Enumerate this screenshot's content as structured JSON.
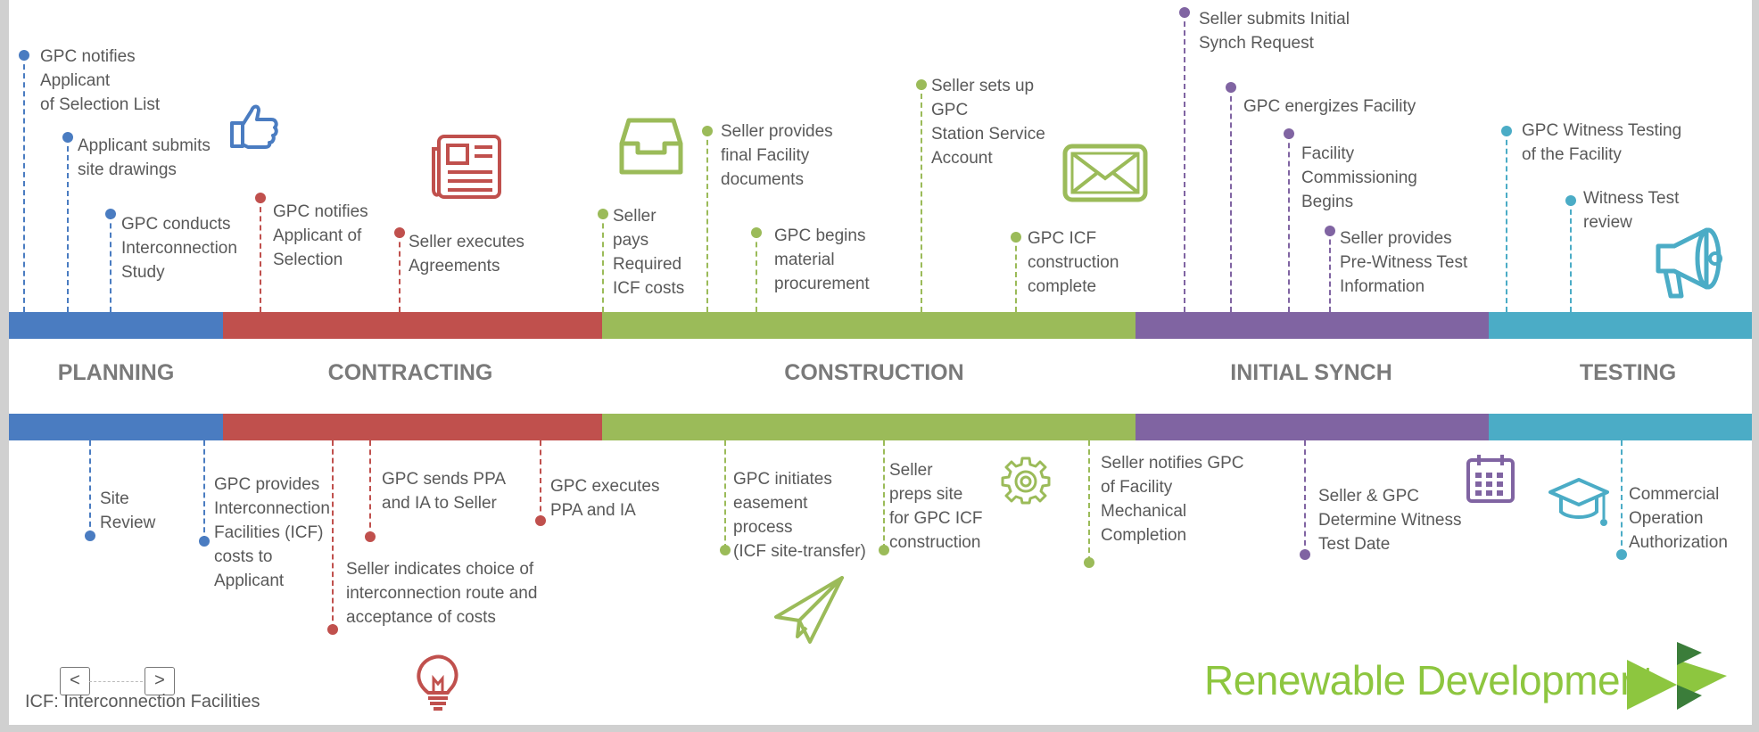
{
  "colors": {
    "planning": "#4a7cc1",
    "contracting": "#c0504d",
    "construction": "#9bbb59",
    "synch": "#8064a2",
    "testing": "#4bacc6"
  },
  "phases": [
    "PLANNING",
    "CONTRACTING",
    "CONSTRUCTION",
    "INITIAL SYNCH",
    "TESTING"
  ],
  "top_events": {
    "p1": [
      "GPC notifies",
      "Applicant",
      "of Selection List"
    ],
    "p2": [
      "Applicant submits",
      "site drawings"
    ],
    "p3": [
      "GPC conducts",
      "Interconnection",
      "Study"
    ],
    "c1": [
      "GPC notifies",
      "Applicant of",
      "Selection"
    ],
    "c2": [
      "Seller executes",
      "Agreements"
    ],
    "k1": [
      "Seller",
      "pays",
      "Required",
      "ICF costs"
    ],
    "k2": [
      "Seller provides",
      "final Facility",
      "documents"
    ],
    "k3": [
      "GPC begins",
      "material",
      "procurement"
    ],
    "k4": [
      "Seller sets up",
      "GPC",
      "Station Service",
      "Account"
    ],
    "k5": [
      "GPC ICF",
      "construction",
      "complete"
    ],
    "s1": [
      "Seller submits  Initial",
      "Synch Request"
    ],
    "s2": [
      "GPC energizes Facility"
    ],
    "s3": [
      "Facility",
      "Commissioning",
      "Begins"
    ],
    "s4": [
      "Seller provides",
      "Pre-Witness Test",
      "Information"
    ],
    "t1": [
      "GPC Witness Testing",
      "of the Facility"
    ],
    "t2": [
      "Witness Test",
      "review"
    ]
  },
  "bottom_events": {
    "p1": [
      "Site",
      "Review"
    ],
    "p2": [
      "GPC provides",
      "Interconnection",
      "Facilities (ICF)",
      "costs to",
      "Applicant"
    ],
    "c1": [
      "Seller indicates choice of",
      "interconnection route and",
      "acceptance of costs"
    ],
    "c2": [
      "GPC sends PPA",
      "and IA to Seller"
    ],
    "c3": [
      "GPC executes",
      "PPA and IA"
    ],
    "k1": [
      "GPC initiates",
      "easement",
      "process",
      "(ICF site-transfer)"
    ],
    "k2": [
      "Seller",
      "preps site",
      "for GPC ICF",
      "construction"
    ],
    "k3": [
      "Seller notifies GPC",
      "of Facility",
      "Mechanical",
      "Completion"
    ],
    "s1": [
      "Seller & GPC",
      "Determine Witness",
      "Test Date"
    ],
    "t1": [
      "Commercial",
      "Operation",
      "Authorization"
    ]
  },
  "note": "ICF: Interconnection Facilities",
  "brand": "Renewable Development",
  "nav": {
    "prev": "<",
    "next": ">"
  },
  "icons": [
    "thumbs-up-icon",
    "newspaper-icon",
    "inbox-tray-icon",
    "envelope-icon",
    "megaphone-icon",
    "gear-icon",
    "calendar-icon",
    "graduation-cap-icon",
    "lightbulb-icon",
    "paper-plane-icon",
    "brand-logo-icon"
  ]
}
